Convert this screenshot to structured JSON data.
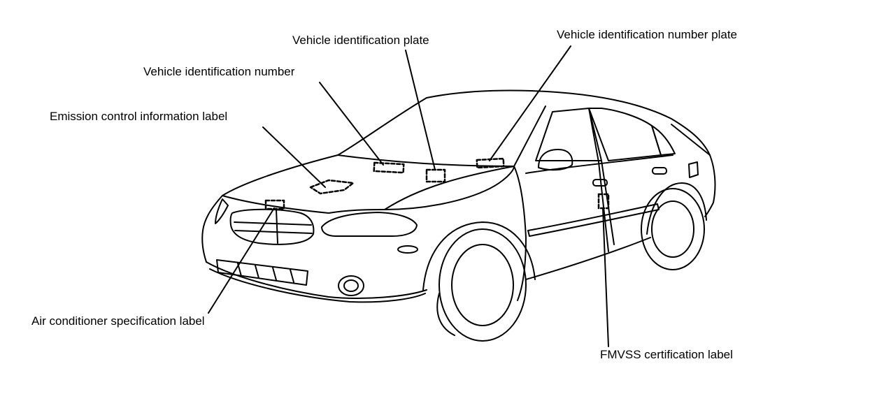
{
  "labels": {
    "vehicle_identification_plate": "Vehicle identification plate",
    "vehicle_identification_number_plate": "Vehicle identification number plate",
    "vehicle_identification_number": "Vehicle identification number",
    "emission_control_information_label": "Emission control information label",
    "air_conditioner_specification_label": "Air conditioner specification label",
    "fmvss_certification_label": "FMVSS certification label"
  },
  "colors": {
    "line": "#000000",
    "background": "#ffffff"
  }
}
